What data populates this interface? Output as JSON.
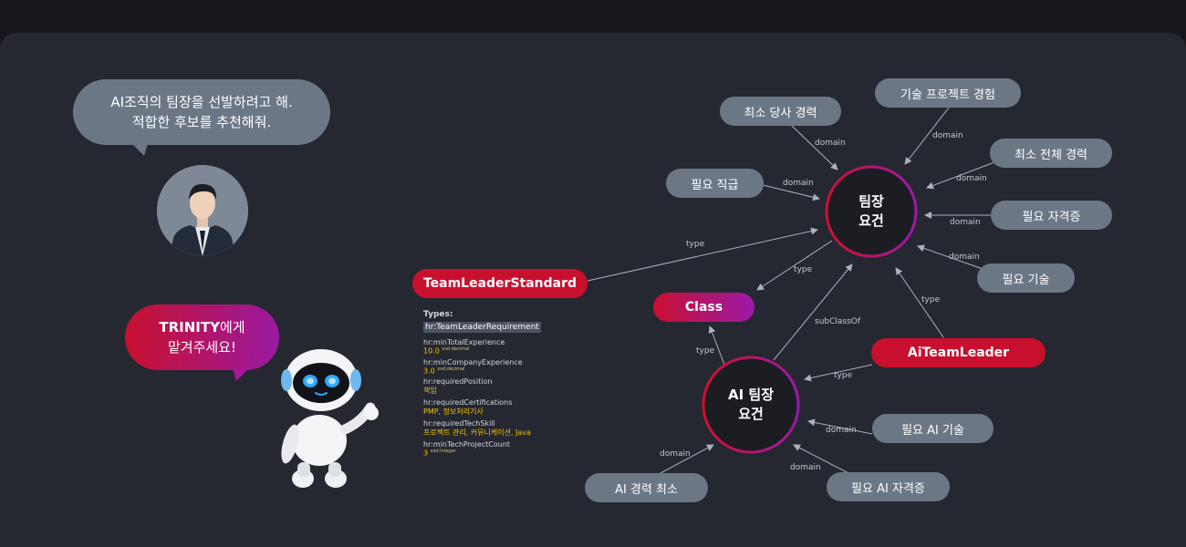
{
  "chat": {
    "user_line1": "AI조직의 팀장을 선발하려고 해.",
    "user_line2": "적합한 후보를 추천해줘.",
    "bot_brand": "TRINITY",
    "bot_suffix": "에게",
    "bot_line2": "맡겨주세요!"
  },
  "diagram": {
    "team_req_line1": "팀장",
    "team_req_line2": "요건",
    "ai_req_line1": "AI 팀장",
    "ai_req_line2": "요건",
    "nodes": {
      "min_company": "최소 당사 경력",
      "tech_project": "기술 프로젝트 경험",
      "min_total": "최소 전체 경력",
      "req_position": "필요 직급",
      "req_cert": "필요 자격증",
      "req_tech": "필요 기술",
      "team_leader_standard": "TeamLeaderStandard",
      "class": "Class",
      "ai_team_leader": "AiTeamLeader",
      "req_ai_tech": "필요 AI 기술",
      "ai_exp_min": "AI 경력 최소",
      "req_ai_cert": "필요 AI 자격증"
    },
    "edge_labels": {
      "domain": "domain",
      "type": "type",
      "subclass": "subClassOf"
    }
  },
  "types_panel": {
    "title": "Types:",
    "highlight": "hr:TeamLeaderRequirement",
    "props": [
      {
        "name": "hr:minTotalExperience",
        "value": "10.0",
        "dtype": "xsd:decimal"
      },
      {
        "name": "hr:minCompanyExperience",
        "value": "3.0",
        "dtype": "xsd:decimal"
      },
      {
        "name": "hr:requiredPosition",
        "value": "책임",
        "dtype": ""
      },
      {
        "name": "hr:requiredCertifications",
        "value": "PMP, 정보처리기사",
        "dtype": ""
      },
      {
        "name": "hr:requiredTechSkill",
        "value": "프로젝트 관리, 커뮤니케이션, Java",
        "dtype": ""
      },
      {
        "name": "hr:minTechProjectCount",
        "value": "3",
        "dtype": "xsd:integer"
      }
    ]
  },
  "colors": {
    "accent_red": "#c8102e",
    "accent_purple": "#9b1aa8",
    "pill_gray": "#6c7786",
    "panel_bg": "#252830"
  }
}
